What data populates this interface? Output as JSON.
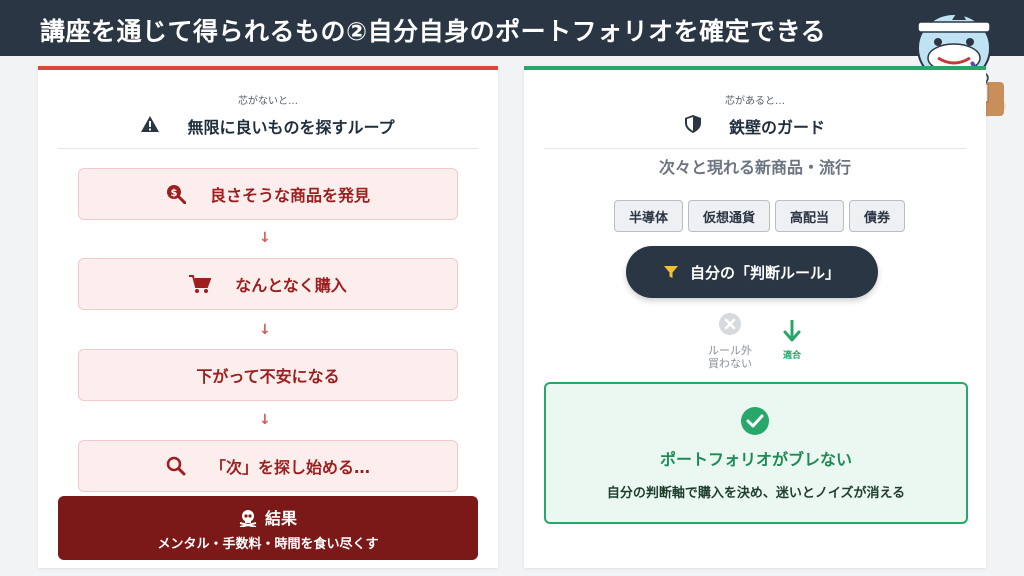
{
  "header": {
    "title": "講座を通じて得られるもの②自分自身のポートフォリオを確定できる"
  },
  "left_panel": {
    "caption": "芯がないと…",
    "heading": "無限に良いものを探すループ",
    "steps": [
      {
        "label": "良さそうな商品を発見",
        "icon": "search-dollar-icon"
      },
      {
        "label": "なんとなく購入",
        "icon": "cart-icon"
      },
      {
        "label": "下がって不安になる",
        "icon": ""
      },
      {
        "label": "「次」を探し始める…",
        "icon": "search-icon"
      }
    ],
    "arrow": "↓",
    "result": {
      "title": "結果",
      "description": "メンタル・手数料・時間を食い尽くす"
    },
    "accent_color": "#d9483b"
  },
  "right_panel": {
    "caption": "芯があると…",
    "heading": "鉄壁のガード",
    "trend_text": "次々と現れる新商品・流行",
    "chips": [
      "半導体",
      "仮想通貨",
      "高配当",
      "債券"
    ],
    "filter_label": "自分の「判断ルール」",
    "reject_label_line1": "ルール外",
    "reject_label_line2": "買わない",
    "match_label": "適合",
    "result": {
      "title": "ポートフォリオがブレない",
      "description": "自分の判断軸で購入を決め、迷いとノイズが消える"
    },
    "accent_color": "#27a86a"
  }
}
